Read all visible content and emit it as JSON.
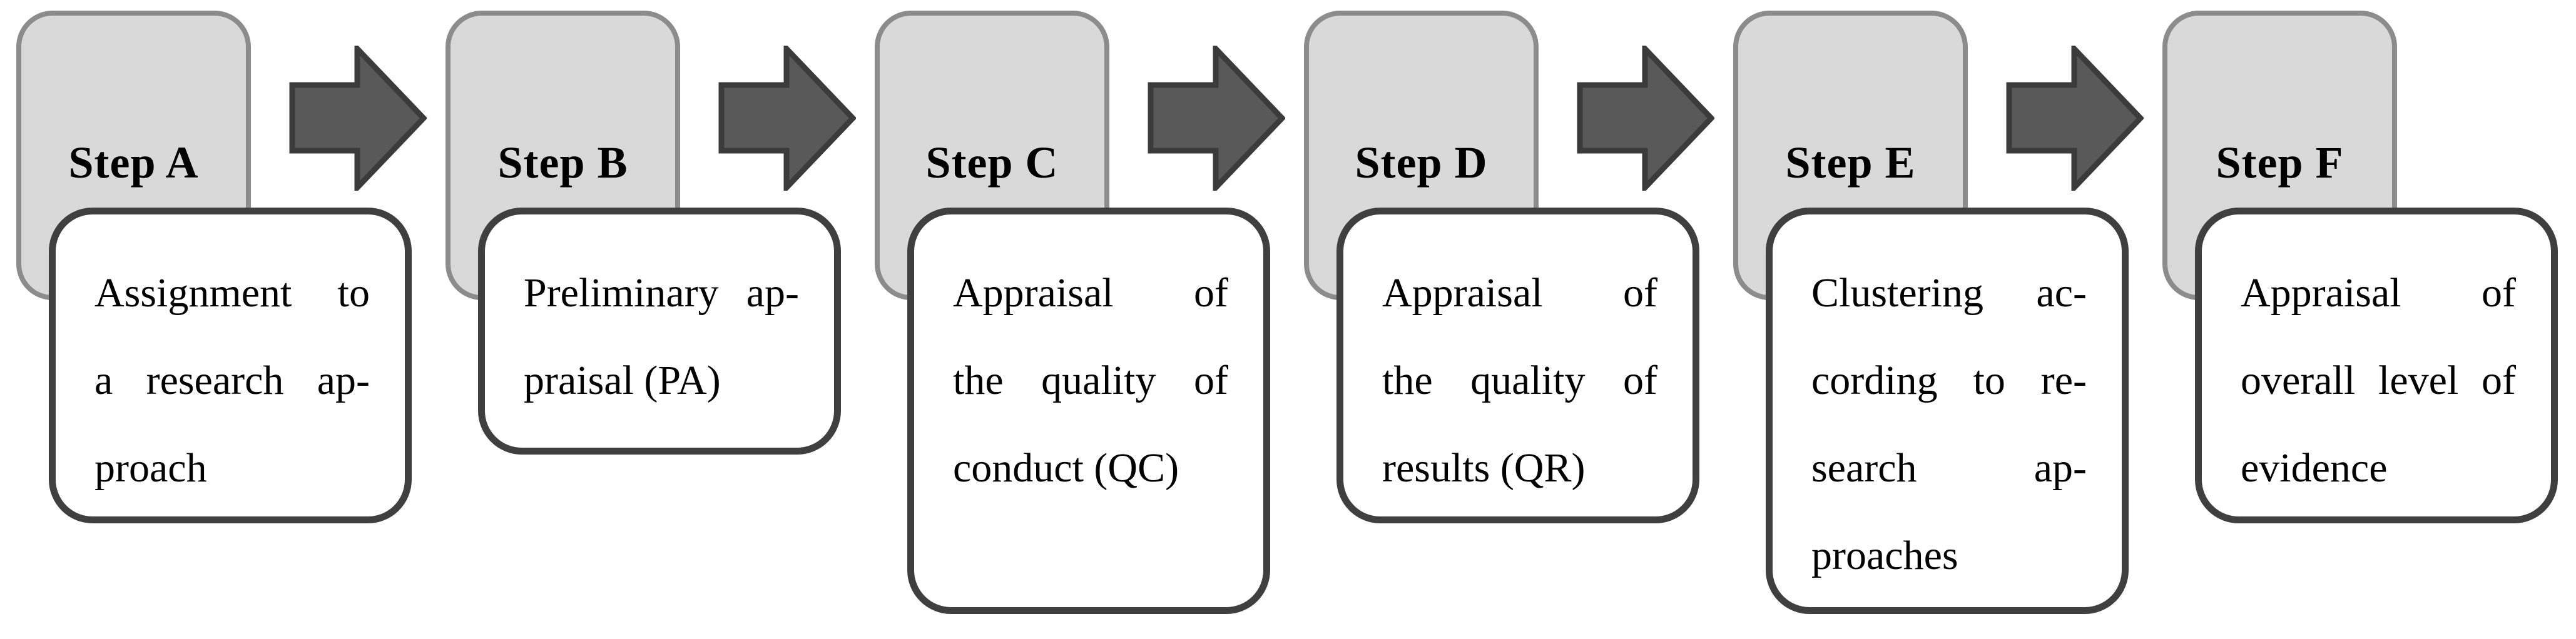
{
  "figure": {
    "type": "process-flow-diagram",
    "direction": "left-to-right",
    "background": "#ffffff",
    "colors": {
      "step_card_fill": "#d9d9d9",
      "step_card_border": "#8c8c8c",
      "description_card_fill": "#ffffff",
      "description_card_border": "#3f3f3f",
      "arrow_fill": "#595959",
      "arrow_border": "#3b3b3b",
      "text": "#000000"
    },
    "arrow_icon": "right-block-arrow",
    "arrow_count": 5
  },
  "steps": [
    {
      "label": "Step A",
      "description": "Assignment to a research approach",
      "lines": [
        "Assignment to",
        "a research ap-",
        "proach"
      ]
    },
    {
      "label": "Step B",
      "description": "Preliminary appraisal (PA)",
      "lines": [
        "Preliminary ap-",
        "praisal (PA)"
      ]
    },
    {
      "label": "Step C",
      "description": "Appraisal of the quality of conduct (QC)",
      "lines": [
        "Appraisal of",
        "the quality of",
        "conduct (QC)"
      ]
    },
    {
      "label": "Step D",
      "description": "Appraisal of the quality of results (QR)",
      "lines": [
        "Appraisal of",
        "the quality of",
        "results (QR)"
      ]
    },
    {
      "label": "Step E",
      "description": "Clustering according to research approaches",
      "lines": [
        "Clustering ac-",
        "cording to re-",
        "search ap-",
        "proaches"
      ]
    },
    {
      "label": "Step F",
      "description": "Appraisal of overall level of evidence",
      "lines": [
        "Appraisal of",
        "overall level of",
        "evidence"
      ]
    }
  ]
}
